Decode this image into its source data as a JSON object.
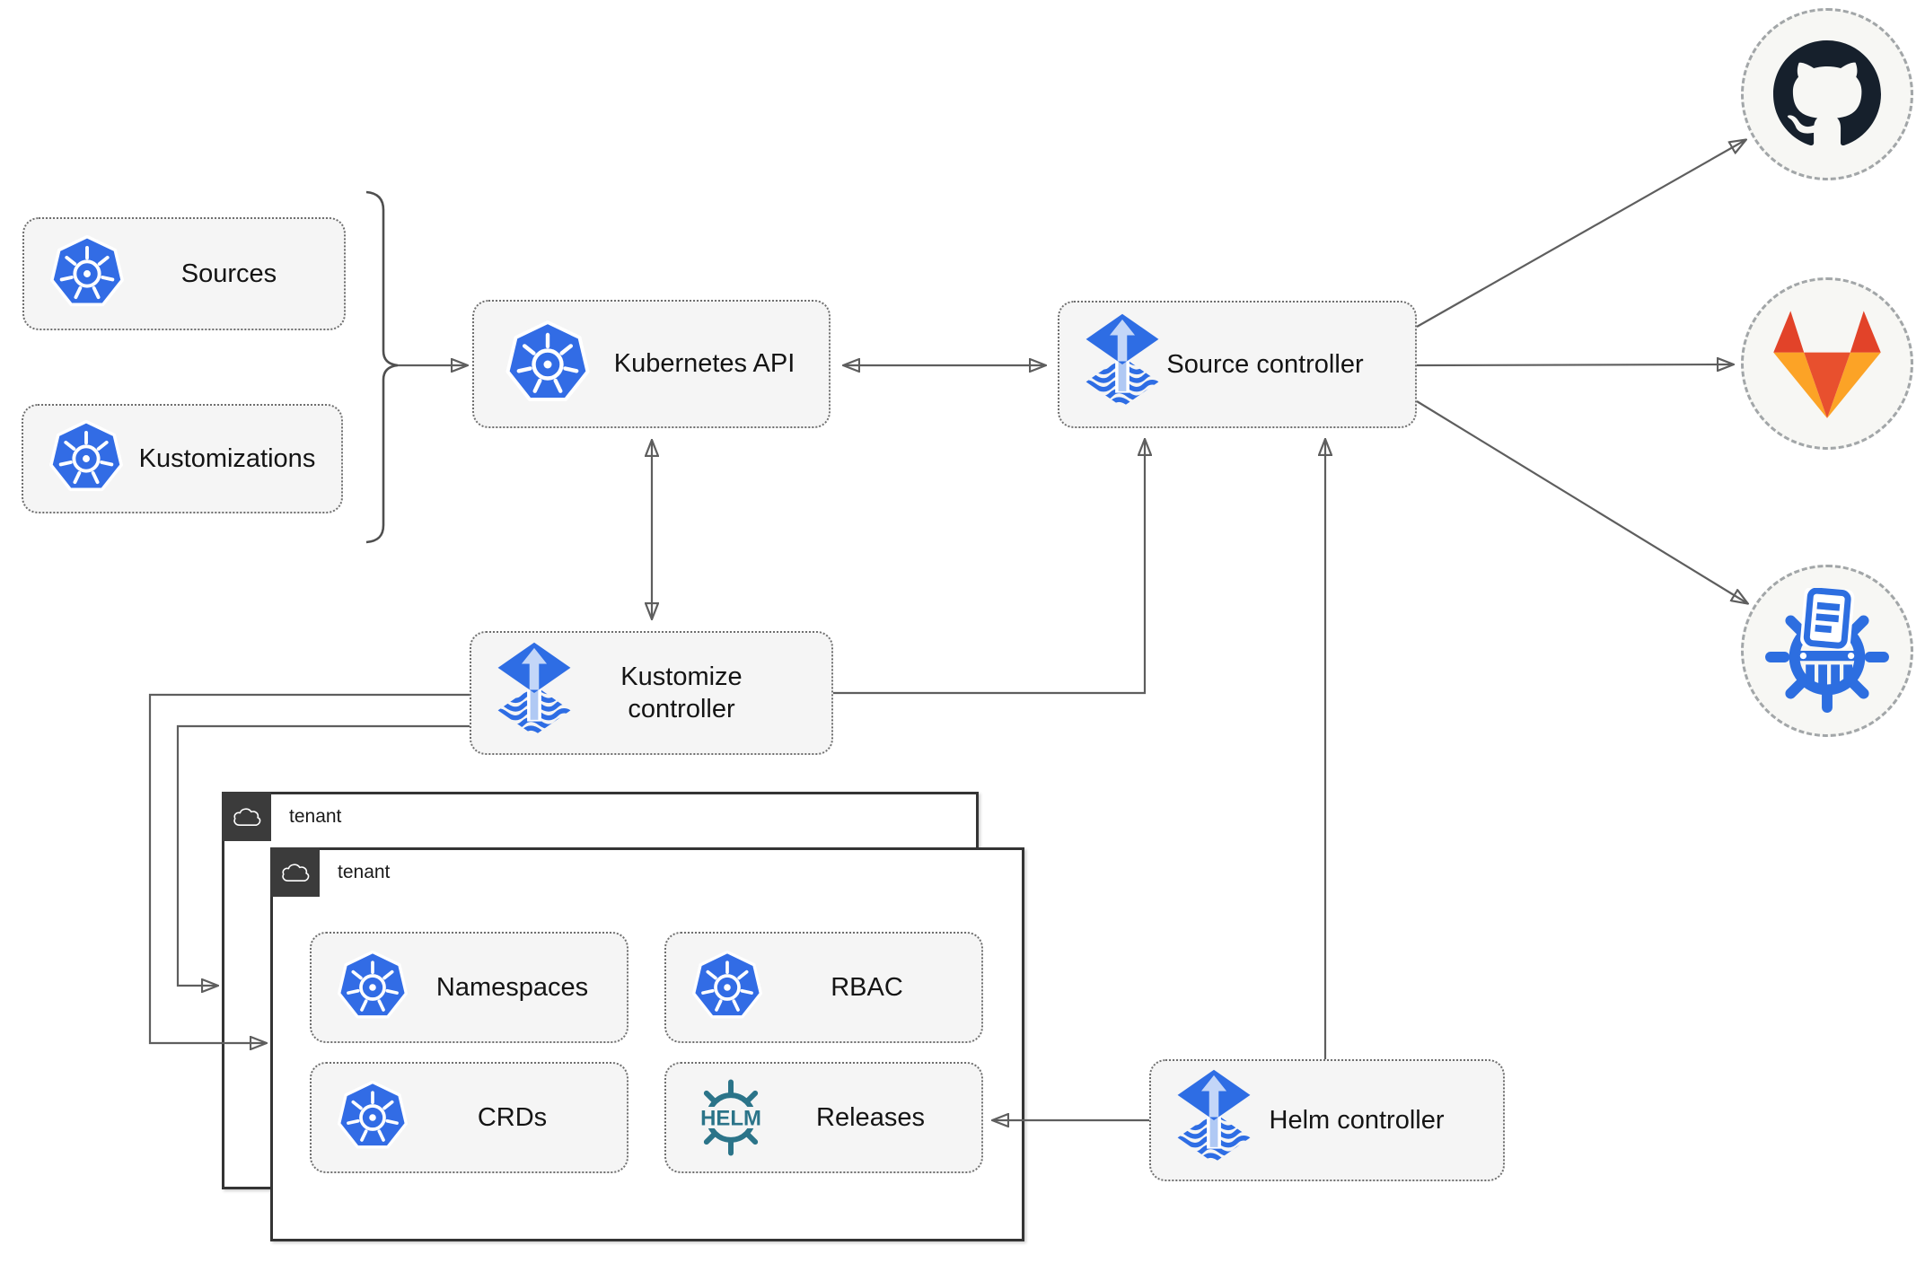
{
  "diagram": {
    "nodes": {
      "sources": "Sources",
      "kustomizations": "Kustomizations",
      "kubernetes_api": "Kubernetes API",
      "source_controller": "Source controller",
      "kustomize_controller": "Kustomize controller",
      "helm_controller": "Helm controller",
      "namespaces": "Namespaces",
      "rbac": "RBAC",
      "crds": "CRDs",
      "releases": "Releases"
    },
    "tenants": [
      {
        "label": "tenant"
      },
      {
        "label": "tenant"
      }
    ],
    "logos": {
      "helm_text": "HELM"
    },
    "endpoints": [
      "github-icon",
      "gitlab-icon",
      "kustomize-wheel-icon"
    ],
    "edges": [
      {
        "from": "sources+kustomizations-brace",
        "to": "kubernetes_api",
        "arrow": "end"
      },
      {
        "from": "kubernetes_api",
        "to": "source_controller",
        "arrow": "both"
      },
      {
        "from": "kubernetes_api",
        "to": "kustomize_controller",
        "arrow": "both"
      },
      {
        "from": "kustomize_controller",
        "to": "source_controller",
        "arrow": "end"
      },
      {
        "from": "helm_controller",
        "to": "source_controller",
        "arrow": "end"
      },
      {
        "from": "helm_controller",
        "to": "releases",
        "arrow": "end"
      },
      {
        "from": "kustomize_controller",
        "to": "tenant-front",
        "arrow": "end"
      },
      {
        "from": "kustomize_controller",
        "to": "tenant-back",
        "arrow": "end"
      },
      {
        "from": "source_controller",
        "to": "github",
        "arrow": "end"
      },
      {
        "from": "source_controller",
        "to": "gitlab",
        "arrow": "end"
      },
      {
        "from": "source_controller",
        "to": "kustomize-endpoint",
        "arrow": "end"
      }
    ],
    "colors": {
      "kubernetes_blue": "#326ce5",
      "flux_blue": "#2e6de4",
      "flux_light_arrow": "#bcd1f7",
      "helm_teal": "#2b7489",
      "github_dark": "#16202c",
      "gitlab_red_orange": "#e24329",
      "gitlab_amber": "#fca326",
      "wire_gray": "#5e5e5e",
      "node_fill": "#f5f5f5",
      "tenant_border": "#343434",
      "tenant_header": "#3b3b3b"
    }
  }
}
